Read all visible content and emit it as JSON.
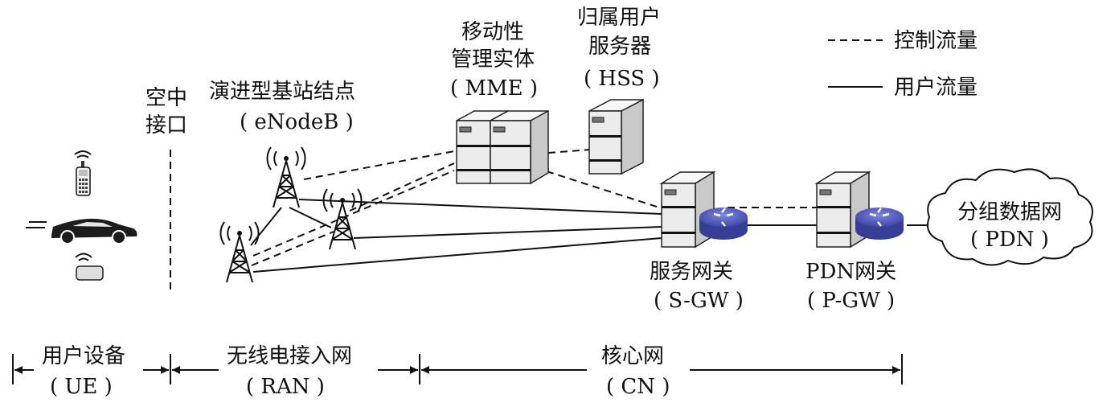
{
  "colors": {
    "line": "#111111",
    "server_face": "#eeeeee",
    "server_side": "#cccccc",
    "router": "#5a63c8"
  },
  "legend": {
    "control": "控制流量",
    "user": "用户流量"
  },
  "air_interface": {
    "line1": "空中",
    "line2": "接口"
  },
  "enodeb": {
    "name": "演进型基站结点",
    "abbr": "( eNodeB )"
  },
  "mme": {
    "line1": "移动性",
    "line2": "管理实体",
    "abbr": "( MME )"
  },
  "hss": {
    "line1": "归属用户",
    "line2": "服务器",
    "abbr": "( HSS )"
  },
  "sgw": {
    "name": "服务网关",
    "abbr": "( S-GW )"
  },
  "pgw": {
    "name": "PDN网关",
    "abbr": "( P-GW )"
  },
  "pdn": {
    "name": "分组数据网",
    "abbr": "( PDN )"
  },
  "segments": {
    "ue": {
      "name": "用户设备",
      "abbr": "( UE )"
    },
    "ran": {
      "name": "无线电接入网",
      "abbr": "( RAN )"
    },
    "cn": {
      "name": "核心网",
      "abbr": "( CN )"
    }
  },
  "icons": [
    "mobile-phone-icon",
    "car-icon",
    "router-device-icon",
    "cell-tower-icon",
    "server-icon",
    "network-router-icon",
    "cloud-icon"
  ]
}
